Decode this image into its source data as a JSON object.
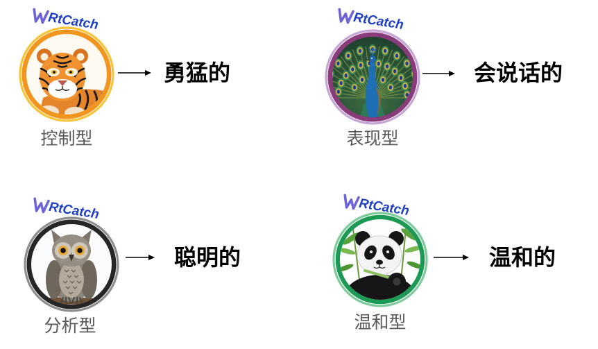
{
  "brand": {
    "logo_text": "RtCatch",
    "text_color": "#1f3fc4",
    "icon_color": "#6f63d8"
  },
  "types": [
    {
      "label": "控制型",
      "trait": "勇猛的",
      "animal_icon": "tiger-icon",
      "ring_outer": "#f7c437",
      "ring_inner": "#f2951f"
    },
    {
      "label": "表现型",
      "trait": "会说话的",
      "animal_icon": "peacock-icon",
      "ring_outer": "#c6a4d6",
      "ring_inner": "#8a3b7a"
    },
    {
      "label": "分析型",
      "trait": "聪明的",
      "animal_icon": "owl-icon",
      "ring_outer": "#8e8e8e",
      "ring_inner": "#262626"
    },
    {
      "label": "温和型",
      "trait": "温和的",
      "animal_icon": "panda-icon",
      "ring_outer": "#7ccb99",
      "ring_inner": "#1c9a55"
    }
  ]
}
